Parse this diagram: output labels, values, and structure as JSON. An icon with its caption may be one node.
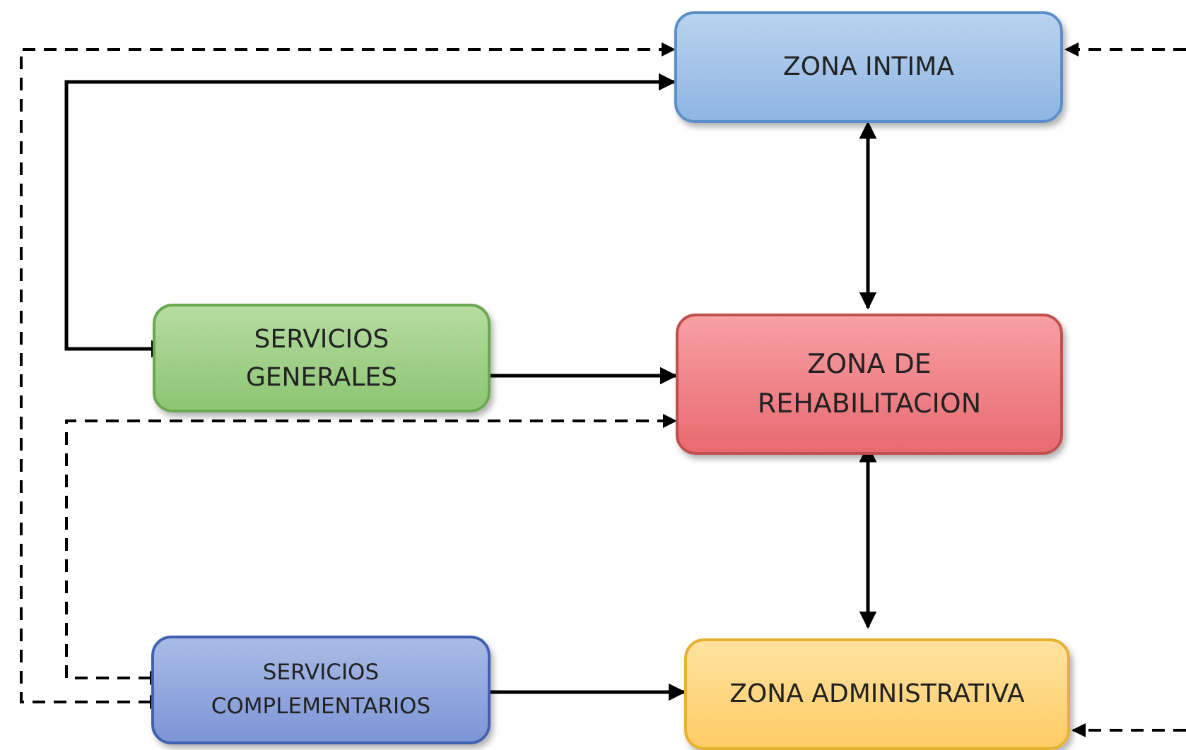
{
  "diagram": {
    "nodes": [
      {
        "text": [
          "ZONA INTIMA"
        ]
      },
      {
        "text": [
          "SERVICIOS GENERALES"
        ]
      },
      {
        "text": [
          "ZONA DE REHABILITACION"
        ]
      },
      {
        "text": [
          "SERVICIOS COMPLEMENTARIOS"
        ]
      },
      {
        "text": [
          "ZONA ADMINISTRATIVA"
        ]
      }
    ],
    "edges": [
      {
        "from": 3,
        "to": 0,
        "arrow": "both",
        "style": "dashed"
      },
      {
        "from": 1,
        "to": 0,
        "arrow": "both"
      },
      {
        "from": 1,
        "to": 2,
        "arrow": "to"
      },
      {
        "from": 3,
        "to": 2,
        "arrow": "both",
        "style": "dashed"
      },
      {
        "from": 0,
        "to": 2,
        "arrow": "both"
      },
      {
        "from": 2,
        "to": 4,
        "arrow": "both"
      },
      {
        "from": 3,
        "to": 4,
        "arrow": "to"
      },
      {
        "from": null,
        "to": 0,
        "arrow": "to",
        "style": "dashed"
      },
      {
        "from": null,
        "to": 4,
        "arrow": "to",
        "style": "dashed"
      }
    ]
  }
}
